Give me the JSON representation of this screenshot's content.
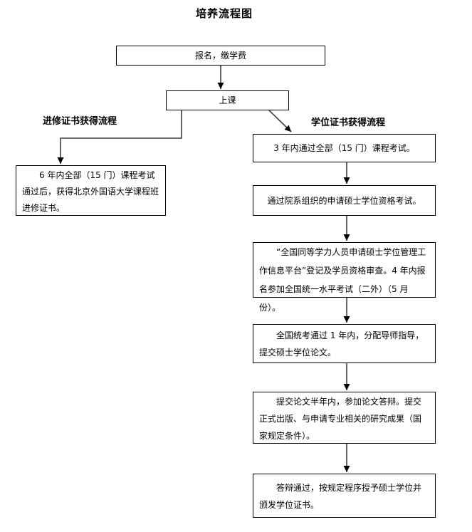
{
  "title": "培养流程图",
  "top_flow": {
    "enroll": "报名，缴学费",
    "attend": "上课"
  },
  "left_flow": {
    "label": "进修证书获得流程",
    "certificate_box": "6 年内全部（15 门）课程考试通过后，获得北京外国语大学课程班进修证书。"
  },
  "right_flow": {
    "label": "学位证书获得流程",
    "steps": [
      {
        "text": "3 年内通过全部（15 门）课程考试。"
      },
      {
        "text": "通过院系组织的申请硕士学位资格考试。"
      },
      {
        "text": "“全国同等学力人员申请硕士学位管理工作信息平台”登记及学员资格审查。4 年内报名参加全国统一水平考试（二外）（5 月份）。"
      },
      {
        "text": "全国统考通过 1 年内，分配导师指导，提交硕士学位论文。"
      },
      {
        "text": "提交论文半年内，参加论文答辩。提交正式出版、与申请专业相关的研究成果（国家规定条件）。"
      },
      {
        "text": "答辩通过，按规定程序授予硕士学位并颁发学位证书。"
      }
    ]
  },
  "colors": {
    "line": "#3f3f3f",
    "arrowhead": "#000000",
    "border": "#000000",
    "background": "#ffffff"
  }
}
